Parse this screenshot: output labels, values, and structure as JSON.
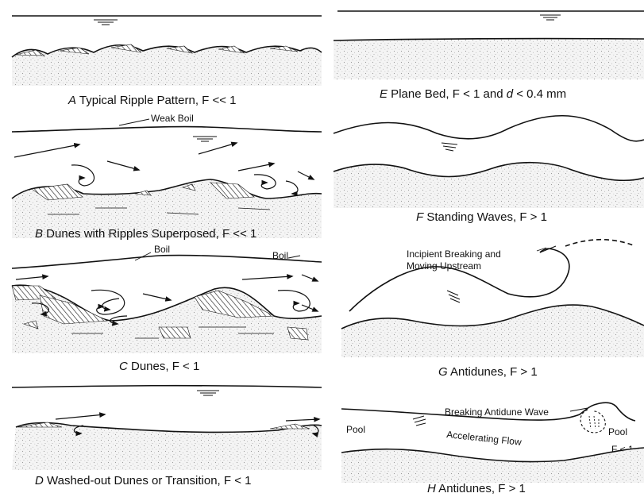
{
  "panels": [
    {
      "letter": "A",
      "caption": " Typical Ripple Pattern, F << 1"
    },
    {
      "letter": "B",
      "caption": " Dunes with Ripples Superposed, F << 1"
    },
    {
      "letter": "C",
      "caption": " Dunes, F < 1"
    },
    {
      "letter": "D",
      "caption": " Washed-out Dunes or Transition, F < 1"
    },
    {
      "letter": "E",
      "caption_pre": " Plane Bed, F < 1 and ",
      "caption_var": "d",
      "caption_post": " < 0.4 mm"
    },
    {
      "letter": "F",
      "caption": " Standing Waves, F > 1"
    },
    {
      "letter": "G",
      "caption": " Antidunes, F > 1"
    },
    {
      "letter": "H",
      "caption": " Antidunes, F > 1"
    }
  ],
  "labels": {
    "weak_boil": "Weak Boil",
    "boil_1": "Boil",
    "boil_2": "Boil",
    "incipient_line1": "Incipient Breaking and",
    "incipient_line2": "Moving Upstream",
    "breaking_antidune_wave": "Breaking Antidune Wave",
    "accelerating_flow": "Accelerating Flow",
    "pool_left": "Pool",
    "pool_right": "Pool",
    "f_less_1": "F < 1"
  }
}
